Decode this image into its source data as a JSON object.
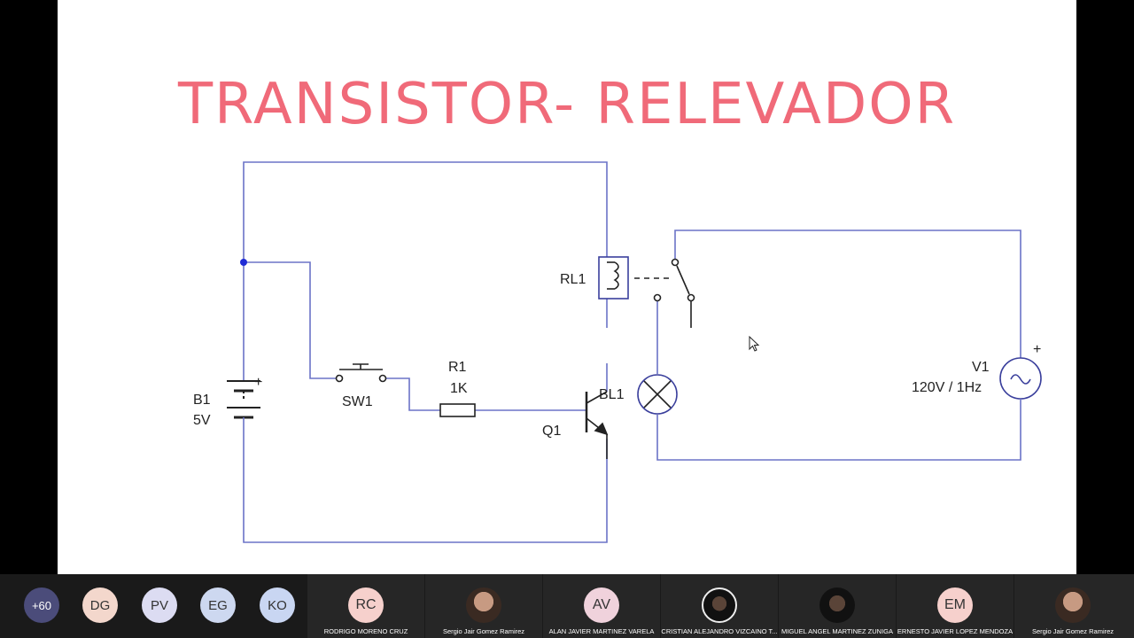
{
  "slide": {
    "title": "TRANSISTOR- RELEVADOR",
    "title_color": "#f06a79",
    "wire_color": "#6b73c7"
  },
  "circuit": {
    "b1_name": "B1",
    "b1_value": "5V",
    "b1_polarity": "+",
    "sw1_name": "SW1",
    "r1_name": "R1",
    "r1_value": "1K",
    "q1_name": "Q1",
    "rl1_name": "RL1",
    "bl1_name": "BL1",
    "v1_name": "V1",
    "v1_value": "120V / 1Hz",
    "v1_polarity": "+"
  },
  "bar": {
    "more_count": "+60",
    "chips": [
      {
        "initials": "DG",
        "color": "#f3d7cc"
      },
      {
        "initials": "PV",
        "color": "#dcdcf2"
      },
      {
        "initials": "EG",
        "color": "#cdd8f0"
      },
      {
        "initials": "KO",
        "color": "#c9d6f2"
      }
    ],
    "tiles": [
      {
        "initials": "RC",
        "name": "RODRIGO MORENO CRUZ",
        "color": "#f6d0cc"
      },
      {
        "initials": "",
        "name": "Sergio Jair Gomez Ramirez",
        "color": ""
      },
      {
        "initials": "AV",
        "name": "ALAN JAVIER MARTINEZ VARELA",
        "color": "#f0d2dc"
      },
      {
        "initials": "",
        "name": "CRISTIAN  ALEJANDRO  VIZCAINO T...",
        "color": ""
      },
      {
        "initials": "",
        "name": "MIGUEL ANGEL MARTINEZ ZUNIGA",
        "color": ""
      },
      {
        "initials": "EM",
        "name": "ERNESTO JAVIER LOPEZ MENDOZA",
        "color": "#f6d0cc"
      },
      {
        "initials": "",
        "name": "Sergio Jair Gomez Ramirez",
        "color": ""
      }
    ]
  }
}
